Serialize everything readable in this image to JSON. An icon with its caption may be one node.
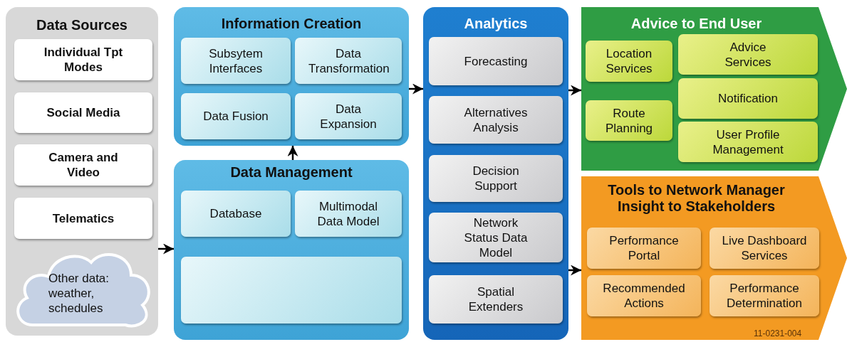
{
  "diagram": {
    "nodes": [
      {
        "text": [
          "Data Sources"
        ]
      },
      {
        "text": [
          "Individual Tpt Modes"
        ],
        "in": 0
      },
      {
        "text": [
          "Social Media"
        ],
        "in": 0
      },
      {
        "text": [
          "Camera and Video"
        ],
        "in": 0
      },
      {
        "text": [
          "Telematics"
        ],
        "in": 0
      },
      {
        "text": [
          "Other data: weather, schedules"
        ],
        "in": 0
      },
      {
        "text": [
          "Information Creation"
        ]
      },
      {
        "text": [
          "Subsytem Interfaces"
        ],
        "in": 6
      },
      {
        "text": [
          "Data Transformation"
        ],
        "in": 6
      },
      {
        "text": [
          "Data Fusion"
        ],
        "in": 6
      },
      {
        "text": [
          "Data Expansion"
        ],
        "in": 6
      },
      {
        "text": [
          "Data Management"
        ]
      },
      {
        "text": [
          "Database"
        ],
        "in": 11
      },
      {
        "text": [
          "Multimodal Data Model"
        ],
        "in": 11
      },
      {
        "text": [],
        "shape": "box",
        "in": 11
      },
      {
        "text": [
          "Analytics"
        ]
      },
      {
        "text": [
          "Forecasting"
        ],
        "in": 15
      },
      {
        "text": [
          "Alternatives Analysis"
        ],
        "in": 15
      },
      {
        "text": [
          "Decision Support"
        ],
        "in": 15
      },
      {
        "text": [
          "Network Status Data Model"
        ],
        "in": 15
      },
      {
        "text": [
          "Spatial Extenders"
        ],
        "in": 15
      },
      {
        "text": [
          "Advice to End User"
        ]
      },
      {
        "text": [
          "Location Services"
        ],
        "in": 21
      },
      {
        "text": [
          "Advice Services"
        ],
        "in": 21
      },
      {
        "text": [
          "Notification"
        ],
        "in": 21
      },
      {
        "text": [
          "Route Planning"
        ],
        "in": 21
      },
      {
        "text": [
          "User Profile Management"
        ],
        "in": 21
      },
      {
        "text": [
          "Tools to Network Manager Insight to Stakeholders"
        ]
      },
      {
        "text": [
          "Performance Portal"
        ],
        "in": 27
      },
      {
        "text": [
          "Live Dashboard Services"
        ],
        "in": 27
      },
      {
        "text": [
          "Recommended Actions"
        ],
        "in": 27
      },
      {
        "text": [
          "Performance Determination"
        ],
        "in": 27
      }
    ],
    "edges": [
      {
        "from": 0,
        "to": 11,
        "arrow": "to"
      },
      {
        "from": 11,
        "to": 6,
        "arrow": "to"
      },
      {
        "from": 6,
        "to": 15,
        "arrow": "to"
      },
      {
        "from": 15,
        "to": 21,
        "arrow": "to"
      },
      {
        "from": 15,
        "to": 27,
        "arrow": "to"
      }
    ],
    "labels": [
      "11-0231-004"
    ]
  }
}
